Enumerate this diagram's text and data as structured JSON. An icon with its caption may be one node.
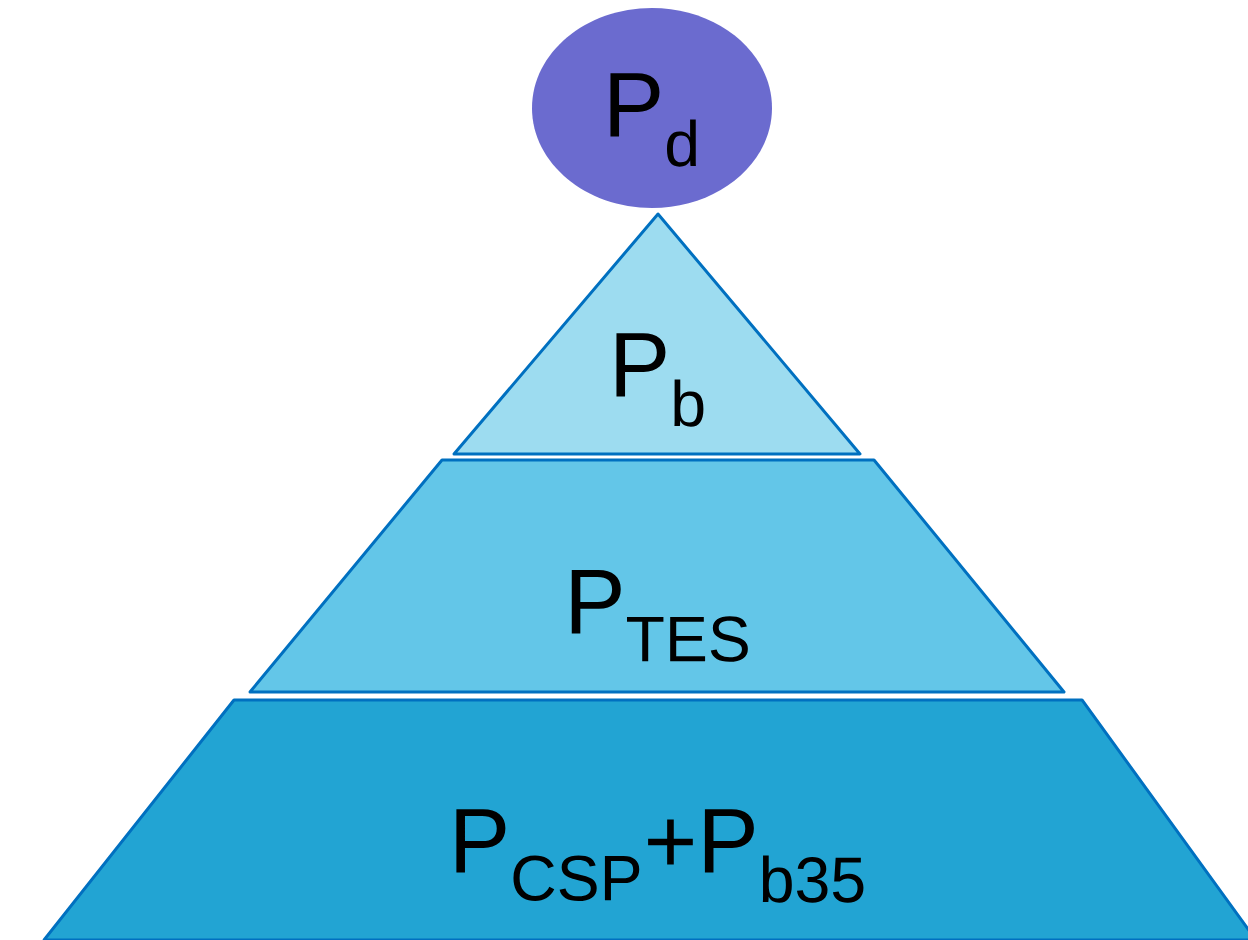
{
  "diagram": {
    "nodes": [
      {
        "text": [
          "P$_{d}$"
        ]
      },
      {
        "text": [
          "P$_{b}$"
        ]
      },
      {
        "text": [
          "P$_{TES}$"
        ]
      },
      {
        "text": [
          "P$_{CSP}$+P$_{b35}$"
        ]
      }
    ]
  }
}
